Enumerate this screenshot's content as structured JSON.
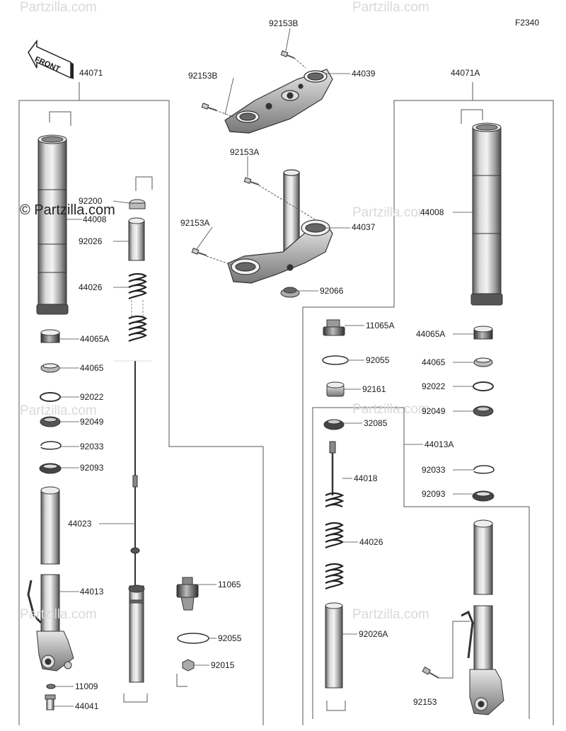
{
  "diagram": {
    "code": "F2340",
    "front_label": "FRONT",
    "watermark": "Partzilla.com",
    "watermark_main": "Partzilla.com",
    "parts": {
      "p44071": "44071",
      "p44071A": "44071A",
      "p92153B_top": "92153B",
      "p92153B_left": "92153B",
      "p44039": "44039",
      "p92153A_top": "92153A",
      "p92153A_left": "92153A",
      "p44037": "44037",
      "p92066": "92066",
      "p92200": "92200",
      "p44008_left": "44008",
      "p44008_right": "44008",
      "p92026": "92026",
      "p44026_left": "44026",
      "p44026_right": "44026",
      "p44065A_left": "44065A",
      "p44065A_right": "44065A",
      "p44065_left": "44065",
      "p44065_right": "44065",
      "p92022_left": "92022",
      "p92022_right": "92022",
      "p92049_left": "92049",
      "p92049_right": "92049",
      "p92033_left": "92033",
      "p92033_right": "92033",
      "p92093_left": "92093",
      "p92093_right": "92093",
      "p44023": "44023",
      "p44013": "44013",
      "p11065": "11065",
      "p11065A": "11065A",
      "p92055_left": "92055",
      "p92055_right": "92055",
      "p92015": "92015",
      "p11009": "11009",
      "p44041": "44041",
      "p92161": "92161",
      "p32085": "32085",
      "p44013A": "44013A",
      "p44018": "44018",
      "p92026A": "92026A",
      "p92153": "92153"
    }
  }
}
